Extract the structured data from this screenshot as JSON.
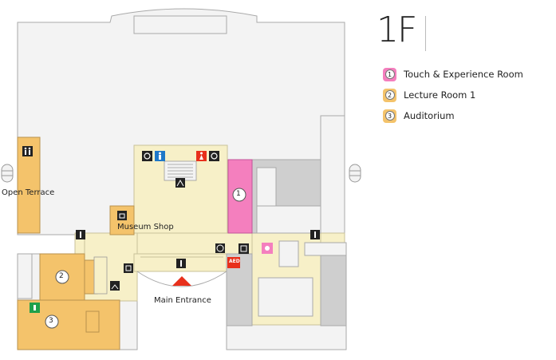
{
  "floor": {
    "label": "1F"
  },
  "legend": [
    {
      "number": "1",
      "label": "Touch & Experience Room",
      "color": "#f47fbe"
    },
    {
      "number": "2",
      "label": "Lecture Room 1",
      "color": "#f4c36b"
    },
    {
      "number": "3",
      "label": "Auditorium",
      "color": "#f4c36b"
    }
  ],
  "labels": {
    "open_terrace": "Open Terrace",
    "museum_shop": "Museum Shop",
    "main_entrance": "Main Entrance",
    "aed": "AED"
  },
  "room_numbers": {
    "touch": "1",
    "lecture": "2",
    "auditorium": "3"
  },
  "colors": {
    "wall_light": "#f3f3f3",
    "wall_border": "#aaaaaa",
    "gray_block": "#cfcfcf",
    "corridor": "#f7f0c8",
    "room_orange": "#f4c36b",
    "room_pink": "#f47fbe",
    "entrance_arrow": "#e8301c",
    "restroom_blue": "#1f78c8",
    "restroom_red": "#e8301c",
    "exit_green": "#1fa04a"
  }
}
